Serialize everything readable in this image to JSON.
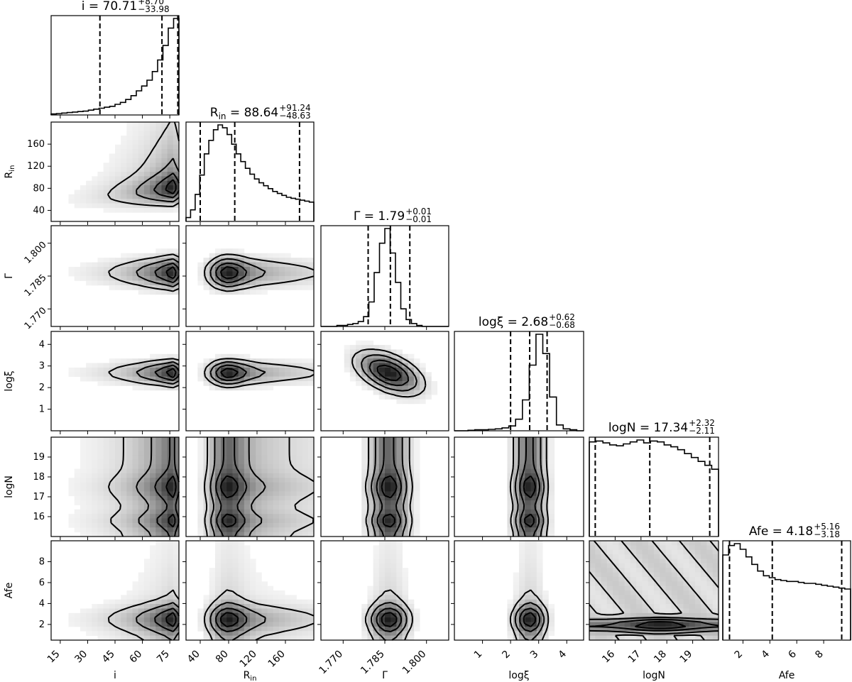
{
  "chart_data": {
    "type": "corner",
    "parameters": [
      {
        "key": "i",
        "label": "i",
        "title": {
          "main": "i = 70.71",
          "sup": "+8.70",
          "sub": "−33.98"
        },
        "range": [
          10,
          80
        ],
        "ticks": [
          15,
          30,
          45,
          60,
          75
        ],
        "tick_labels": [
          "15",
          "30",
          "45",
          "60",
          "75"
        ],
        "quantiles": [
          36.73,
          70.71,
          79.41
        ],
        "hist": [
          1,
          1.5,
          2,
          2.5,
          3,
          3.5,
          4,
          5,
          6,
          7,
          8,
          9,
          11,
          13,
          16,
          20,
          25,
          30,
          36,
          45,
          57,
          72,
          90,
          100
        ]
      },
      {
        "key": "Rin",
        "label": "R",
        "label_sub": "in",
        "title": {
          "main": "R",
          "main_sub": "in",
          "main_rest": " = 88.64",
          "sup": "+91.24",
          "sub": "−48.63"
        },
        "range": [
          20,
          200
        ],
        "ticks": [
          40,
          80,
          120,
          160
        ],
        "tick_labels": [
          "40",
          "80",
          "120",
          "160"
        ],
        "quantiles": [
          40.01,
          88.64,
          179.88
        ],
        "hist": [
          4,
          12,
          28,
          48,
          70,
          84,
          95,
          100,
          97,
          90,
          80,
          70,
          62,
          55,
          49,
          44,
          40,
          37,
          34,
          31,
          29,
          27,
          25,
          24,
          23,
          22,
          21,
          20
        ]
      },
      {
        "key": "Gamma",
        "label": "Γ",
        "title": {
          "main": "Γ = 1.79",
          "sup": "+0.01",
          "sub": "−0.01"
        },
        "range": [
          1.762,
          1.808
        ],
        "ticks": [
          1.77,
          1.785,
          1.8
        ],
        "tick_labels": [
          "1.770",
          "1.785",
          "1.800"
        ],
        "quantiles": [
          1.779,
          1.787,
          1.794
        ],
        "hist": [
          0,
          0,
          0,
          1,
          1,
          2,
          3,
          5,
          10,
          25,
          55,
          85,
          100,
          75,
          45,
          18,
          7,
          3,
          1,
          0,
          0,
          0,
          0,
          0
        ]
      },
      {
        "key": "logxi",
        "label": "logξ",
        "title": {
          "main": "logξ = 2.68",
          "sup": "+0.62",
          "sub": "−0.68"
        },
        "range": [
          0,
          4.6
        ],
        "ticks": [
          1,
          2,
          3,
          4
        ],
        "tick_labels": [
          "1",
          "2",
          "3",
          "4"
        ],
        "quantiles": [
          2.0,
          2.68,
          3.3
        ],
        "hist": [
          0,
          0,
          0.5,
          1,
          1,
          1.5,
          2,
          3,
          5,
          12,
          32,
          68,
          100,
          80,
          35,
          6,
          2,
          1,
          0
        ]
      },
      {
        "key": "logN",
        "label": "logN",
        "title": {
          "main": "logN = 17.34",
          "sup": "+2.32",
          "sub": "−2.11"
        },
        "range": [
          15,
          20
        ],
        "ticks": [
          16,
          17,
          18,
          19
        ],
        "tick_labels": [
          "16",
          "17",
          "18",
          "19"
        ],
        "quantiles": [
          15.23,
          17.34,
          19.66
        ],
        "hist": [
          97,
          98,
          96,
          94,
          93,
          95,
          97,
          99,
          96,
          98,
          97,
          94,
          92,
          89,
          85,
          81,
          77,
          73,
          69
        ]
      },
      {
        "key": "Afe",
        "label": "Afe",
        "title": {
          "main": "Afe = 4.18",
          "sup": "+5.16",
          "sub": "−3.18"
        },
        "range": [
          0.5,
          10
        ],
        "ticks": [
          2,
          4,
          6,
          8
        ],
        "tick_labels": [
          "2",
          "4",
          "6",
          "8"
        ],
        "quantiles": [
          1.0,
          4.18,
          9.34
        ],
        "hist": [
          90,
          100,
          102,
          96,
          88,
          80,
          73,
          68,
          66,
          64,
          63,
          62,
          62,
          61,
          60,
          60,
          59,
          58,
          57,
          56,
          55,
          54
        ]
      }
    ],
    "y_axis_ticks": {
      "Rin": {
        "ticks": [
          40,
          80,
          120,
          160
        ],
        "labels": [
          "40",
          "80",
          "120",
          "160"
        ]
      },
      "Gamma": {
        "ticks": [
          1.77,
          1.785,
          1.8
        ],
        "labels": [
          "1.770",
          "1.785",
          "1.800"
        ]
      },
      "logxi": {
        "ticks": [
          1,
          2,
          3,
          4
        ],
        "labels": [
          "1",
          "2",
          "3",
          "4"
        ]
      },
      "logN": {
        "ticks": [
          16,
          17,
          18,
          19
        ],
        "labels": [
          "16",
          "17",
          "18",
          "19"
        ]
      },
      "Afe": {
        "ticks": [
          2,
          4,
          6,
          8
        ],
        "labels": [
          "2",
          "4",
          "6",
          "8"
        ]
      }
    },
    "posteriors": {
      "i": {
        "mode": 78.5,
        "width": 10,
        "skew": "left"
      },
      "Rin": {
        "mode": 80,
        "width": 30,
        "tail": "right"
      },
      "Gamma": {
        "mode": 1.7865,
        "width": 0.004
      },
      "logxi": {
        "mode": 2.68,
        "width": 0.32
      },
      "logN": {
        "modes": [
          17.5,
          15.8
        ],
        "flat": true
      },
      "Afe": {
        "modes": [
          2.5,
          1.8
        ],
        "tail": "right"
      }
    },
    "colors": {
      "density": "#000000",
      "contour": "#000000",
      "hist": "#000000",
      "background": "#ffffff"
    }
  }
}
